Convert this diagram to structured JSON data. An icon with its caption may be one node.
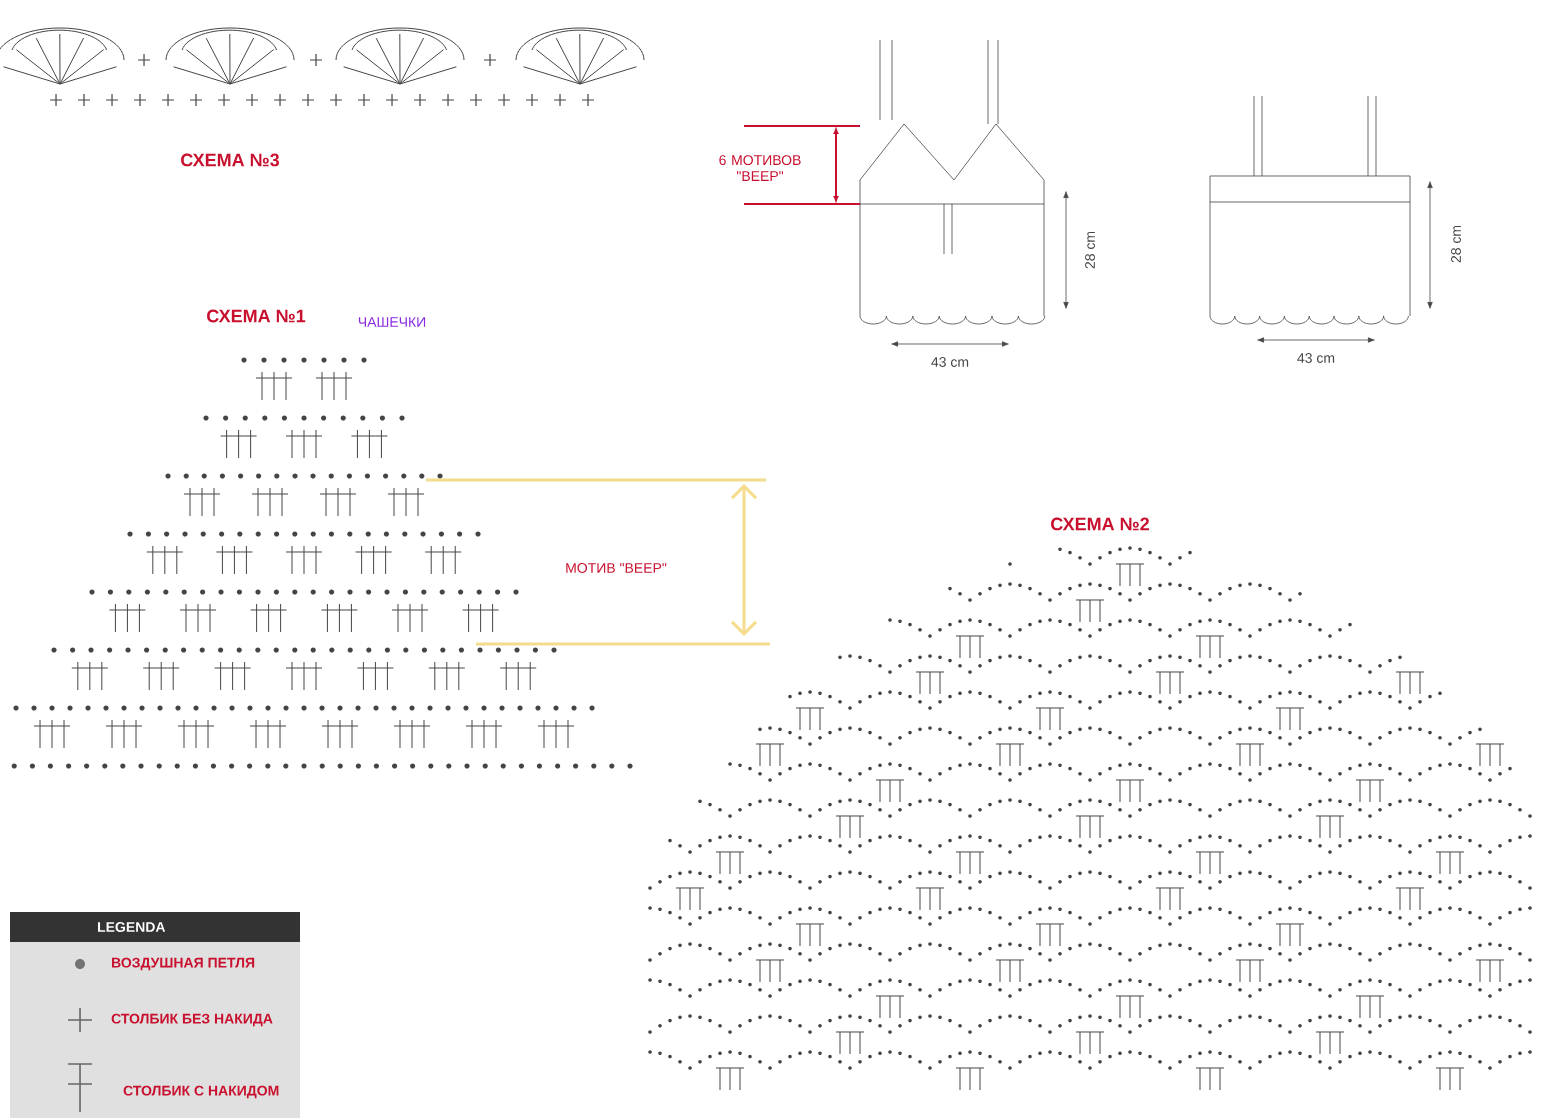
{
  "diagram": {
    "labels": [
      "СХЕМА №3",
      "6 МОТИВОВ \"ВЕЕР\"",
      "28 cm",
      "43 cm",
      "28 cm",
      "43 cm",
      "СХЕМА №1",
      "ЧАШЕЧКИ",
      "МОТИВ \"ВЕЕР\"",
      "СХЕМА №2",
      "LEGENDA"
    ],
    "legend": [
      {
        "text": "ВОЗДУШНАЯ ПЕТЛЯ"
      },
      {
        "text": "СТОЛБИК БЕЗ НАКИДА"
      },
      {
        "text": "СТОЛБИК С НАКИДОМ"
      }
    ]
  }
}
